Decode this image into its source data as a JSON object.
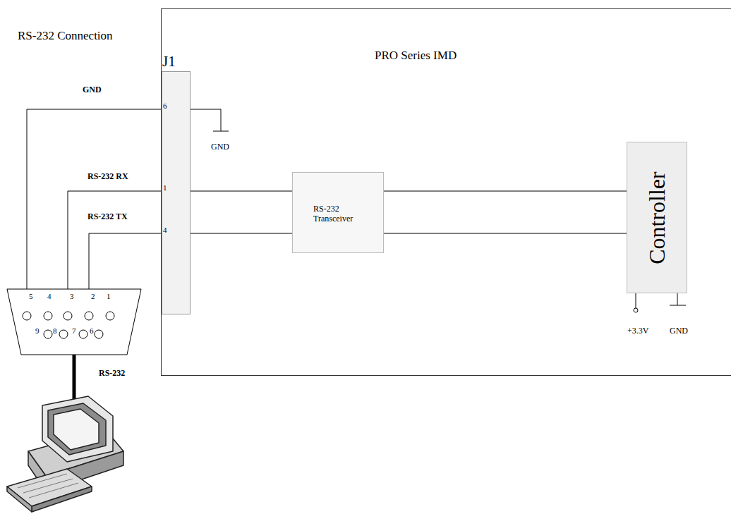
{
  "diagram": {
    "title": "RS-232 Connection",
    "nodes": [
      {
        "text": [
          "PRO Series IMD"
        ]
      },
      {
        "text": [
          "J1"
        ],
        "in": 0
      },
      {
        "text": [
          "RS-232 Transceiver"
        ],
        "in": 0
      },
      {
        "text": [
          "Controller"
        ],
        "in": 0
      }
    ],
    "edges": [
      {
        "from": 1,
        "to": 2,
        "arrow": "none"
      },
      {
        "from": 1,
        "to": 2,
        "arrow": "none"
      },
      {
        "from": 2,
        "to": 3,
        "arrow": "none"
      },
      {
        "from": 2,
        "to": 3,
        "arrow": "none"
      }
    ],
    "labels": [
      "GND",
      "RS-232 RX",
      "RS-232 TX",
      "6",
      "1",
      "4",
      "GND",
      "+3.3V",
      "GND",
      "5",
      "4",
      "3",
      "2",
      "1",
      "9",
      "8",
      "7",
      "6",
      "RS-232"
    ]
  }
}
